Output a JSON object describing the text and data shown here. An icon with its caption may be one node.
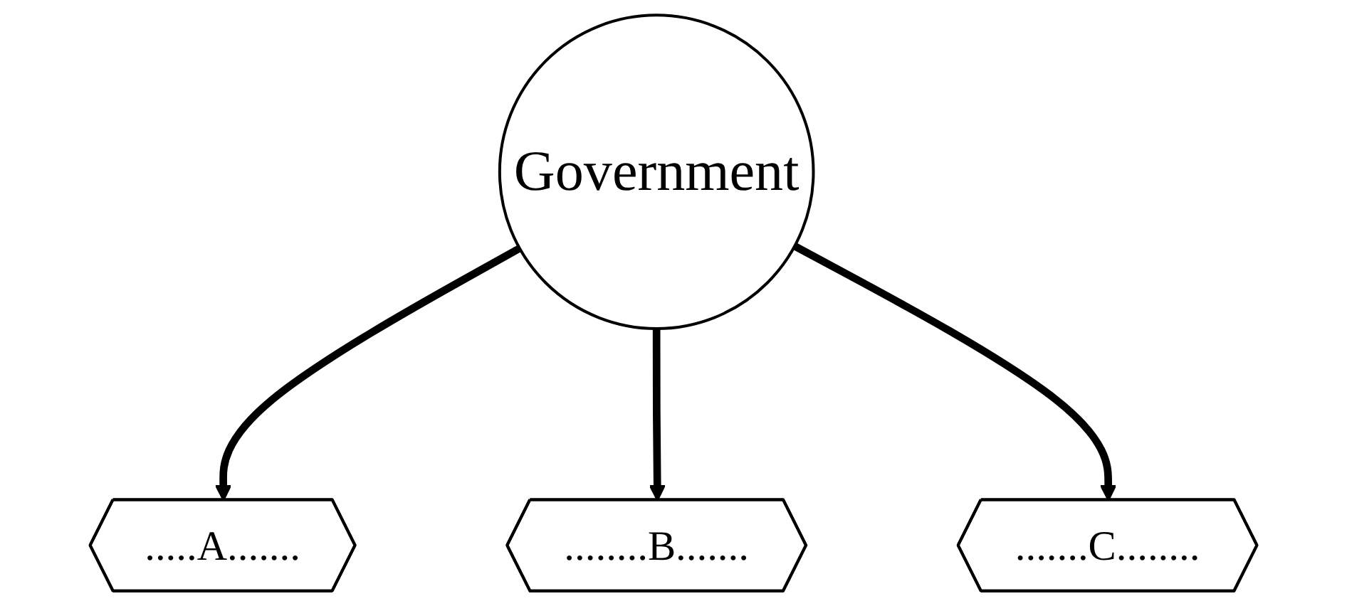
{
  "diagram": {
    "nodes": [
      {
        "text": [
          ".....A......."
        ]
      },
      {
        "text": [
          "Government"
        ]
      },
      {
        "text": [
          "........B......."
        ]
      },
      {
        "text": [
          ".......C........"
        ]
      }
    ],
    "edges": [
      {
        "from": 1,
        "to": 0,
        "arrow": "to"
      },
      {
        "from": 1,
        "to": 2,
        "arrow": "to"
      },
      {
        "from": 1,
        "to": 3,
        "arrow": "to"
      }
    ]
  }
}
